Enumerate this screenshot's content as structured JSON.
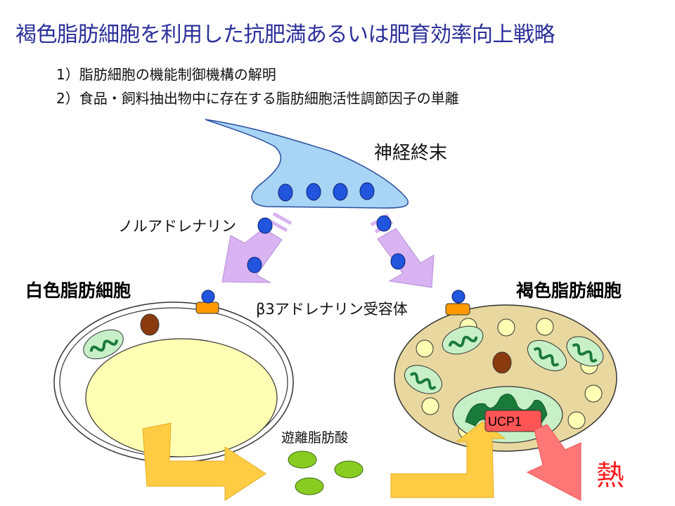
{
  "title": "褐色脂肪細胞を利用した抗肥満あるいは肥育効率向上戦略",
  "points": [
    "1）脂肪細胞の機能制御機構の解明",
    "2）食品・飼料抽出物中に存在する脂肪細胞活性調節因子の単離"
  ],
  "labels": {
    "nerve_ending": "神経終末",
    "noradrenaline": "ノルアドレナリン",
    "receptor": "β3アドレナリン受容体",
    "white_adipocyte": "白色脂肪細胞",
    "brown_adipocyte": "褐色脂肪細胞",
    "free_fatty_acid": "遊離脂肪酸",
    "ucp1": "UCP1",
    "heat": "熱"
  },
  "colors": {
    "title": "#2a2f9a",
    "nerve": "#a8d4f5",
    "vesicle": "#2255dd",
    "noradrenaline_arrow": "#d9b3f2",
    "white_cell_lipid": "#ffffb3",
    "brown_cell": "#e8d8a0",
    "mitochondria": "#c8f0c8",
    "nucleus": "#8b3a0f",
    "receptor": "#ff9900",
    "fatty_acid": "#88cc22",
    "fatty_acid_arrow": "#ffcc44",
    "ucp1_box": "#ff5555",
    "heat_arrow": "#ff7777",
    "heat_text": "#ff1a1a"
  }
}
